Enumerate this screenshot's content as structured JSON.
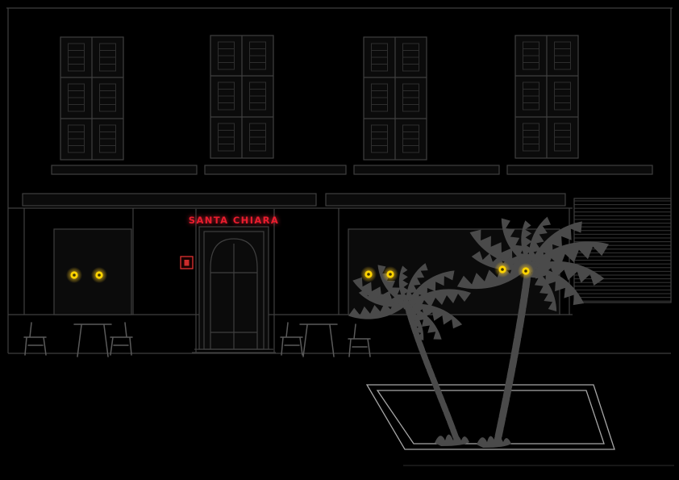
{
  "scene": {
    "sign": {
      "text": "SANTA CHIARA"
    },
    "colors": {
      "background": "#000000",
      "line": "#3f3f3f",
      "line_soft": "#2e2e2e",
      "line_bright": "#a6a6a6",
      "furniture": "#5a5a5a",
      "palm": "#4a4a4a",
      "lamp": "#ffd400",
      "sign_red": "#ea1c2d",
      "menu_red": "#e03131"
    },
    "counts": {
      "shutter_windows": 4,
      "wall_lamps": 6,
      "palm_trees": 2,
      "chairs": 4,
      "tables": 2
    }
  }
}
